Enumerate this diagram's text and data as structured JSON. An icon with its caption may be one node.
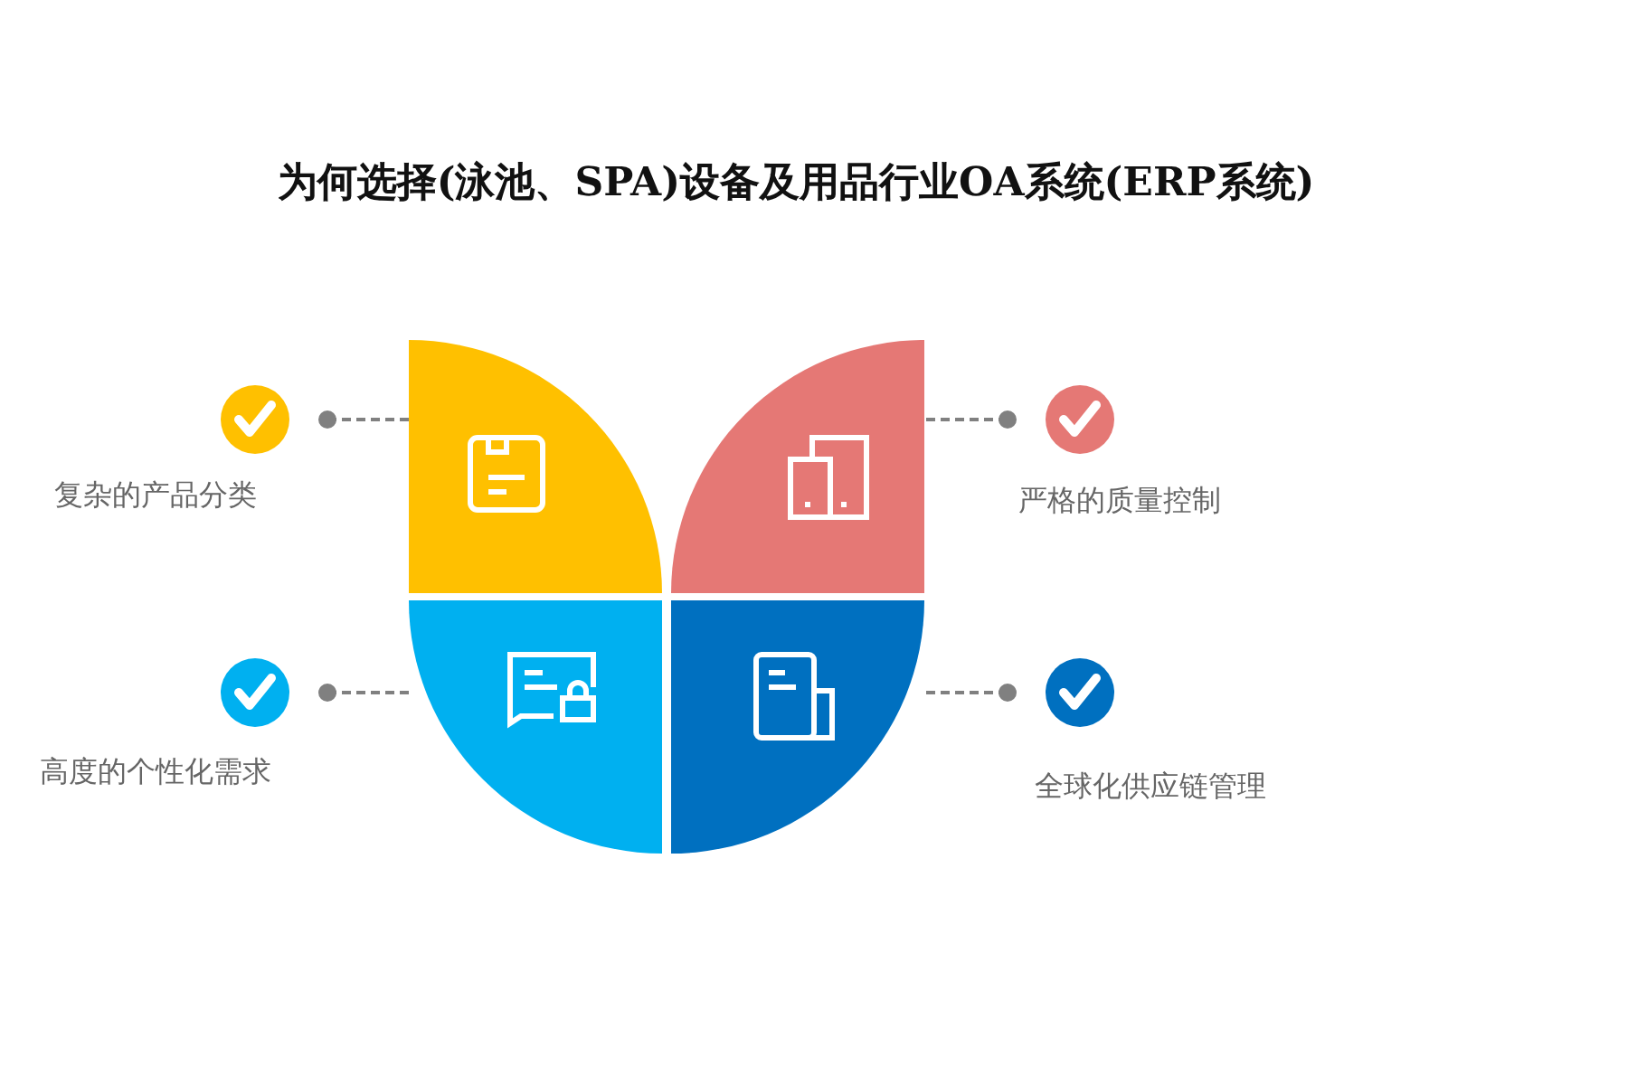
{
  "diagram": {
    "title": "为何选择(泳池、SPA)设备及用品行业OA系统(ERP系统)",
    "nodes": [
      {
        "text": [
          "复杂的产品分类"
        ]
      },
      {
        "text": [],
        "shape": "sector"
      },
      {
        "text": [],
        "shape": "sector"
      },
      {
        "text": [
          "严格的质量控制"
        ]
      },
      {
        "text": [
          "高度的个性化需求"
        ]
      },
      {
        "text": [],
        "shape": "sector"
      },
      {
        "text": [],
        "shape": "sector"
      },
      {
        "text": [
          "全球化供应链管理"
        ]
      }
    ],
    "edges": [
      {
        "from": 0,
        "to": 1,
        "arrow": "other",
        "style": "dashed"
      },
      {
        "from": 3,
        "to": 2,
        "arrow": "other",
        "style": "dashed"
      },
      {
        "from": 4,
        "to": 5,
        "arrow": "other",
        "style": "dashed"
      },
      {
        "from": 7,
        "to": 6,
        "arrow": "other",
        "style": "dashed"
      }
    ]
  }
}
